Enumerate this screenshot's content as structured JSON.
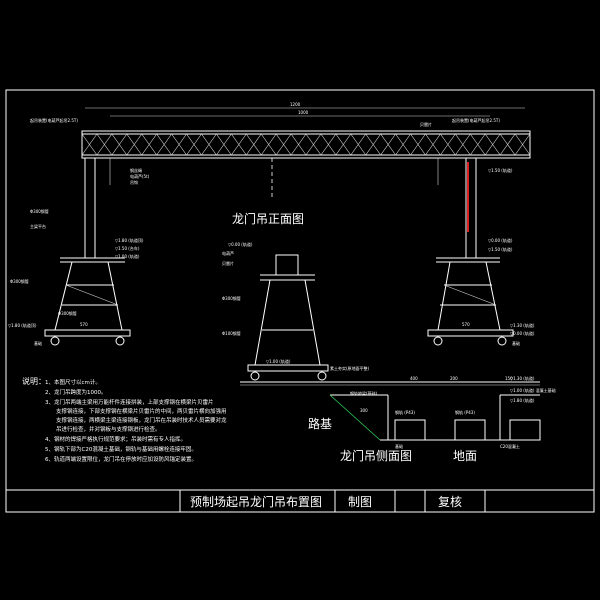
{
  "titles": {
    "front_view": "龙门吊正面图",
    "side_view": "龙门吊侧面图",
    "roadbed": "路基",
    "ground": "地面"
  },
  "title_block": {
    "drawing_name": "预制场起吊龙门吊布置图",
    "drawn_by_label": "制图",
    "checked_by_label": "复核"
  },
  "notes": {
    "heading": "说明：",
    "items": [
      "1、本图尺寸以cm计。",
      "2、龙门吊跨度为1000。",
      "3、龙门吊两端主梁用万能杆件连接拼装，上部支撑钢在横梁片贝雷片",
      "　　支撑钢连接，下部支撑钢在横梁片贝雷片的中间，两贝雷片横向加强用",
      "　　支撑钢连接，两横梁主梁连接钢板，龙门吊在吊装时技术人员需要对龙",
      "　　吊进行检查，并对钢板与支撑钢进行检查。",
      "4、钢材的焊接严格执行规范要求；吊装时需有专人指挥。",
      "5、钢轨下部为C20混凝土基础，钢轨与基础用螺栓连接牢固。",
      "6、轨道两端设置限位，龙门吊在停放时应加设防风锚定装置。"
    ]
  },
  "labels": {
    "total_span": "1200",
    "inner_span": "1000",
    "left_trolley": "起吊装置(电葫芦起吊2.5T)",
    "right_trolley": "起吊装置(电葫芦起吊2.5T)",
    "top_truss": "贝雷片",
    "hoist_rope": "钢丝绳",
    "hoist_1": "电葫芦(5t)",
    "hoist_2": "吊钩",
    "left_pipe_1": "Φ300钢管",
    "left_pipe_2": "Φ300钢管",
    "left_pipe_3": "Φ300钢管",
    "left_beam": "主梁平台",
    "elev_1": "▽1.80 (轨道顶)",
    "elev_2": "▽1.50 (台车)",
    "elev_3": "▽1.00 (轨道)",
    "elev_4": "▽1.80 (轨道顶)",
    "elev_5": "▽1.50 (轨道)",
    "elev_6": "▽0.00 (轨道)",
    "elev_7": "▽1.50 (轨道)",
    "elev_8": "▽1.30 (轨道)",
    "elev_9": "▽0.00 (轨道)",
    "base_left": "基础",
    "base_right": "基础",
    "dim_left": "570",
    "dim_right": "570",
    "side_top": "电葫芦",
    "side_beam": "贝雷片",
    "side_pipe_1": "Φ300钢管",
    "side_pipe_2": "Φ100钢管",
    "side_elev": "▽1.00 (轨道)",
    "side_elev_2": "▽0.00 (轨道)",
    "side_rail": "钢轨地梁(基础)",
    "side_road": "素土夯实(原地面平整)",
    "side_rail_2": "钢轨 (P43)",
    "side_rail_3": "钢轨 (P43)",
    "side_base_1": "基础",
    "side_base_2": "C20混凝土",
    "side_dim_1": "400",
    "side_dim_2": "200",
    "side_dim_3": "300",
    "side_dim_4": "150",
    "right_sec_1": "▽1.30 (轨道)",
    "right_sec_2": "▽1.00 (轨道) 混凝土基础",
    "right_sec_3": "▽1.80 (轨道)"
  }
}
